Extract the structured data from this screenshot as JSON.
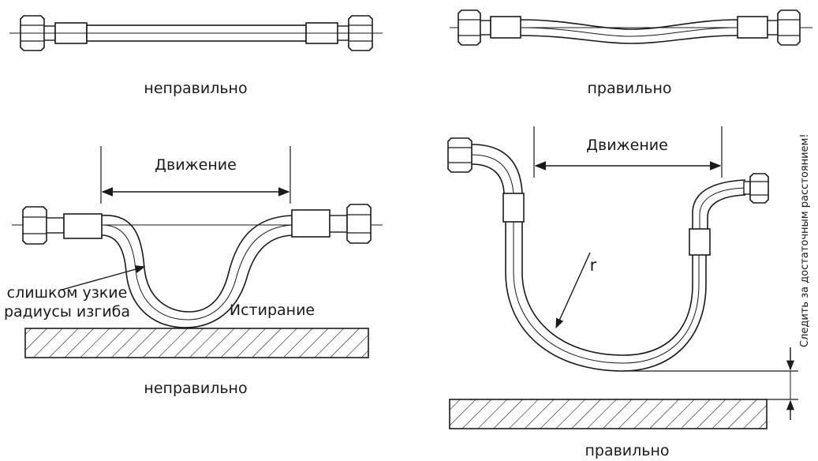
{
  "panels": {
    "top_left": {
      "caption": "неправильно"
    },
    "top_right": {
      "caption": "правильно"
    },
    "bottom_left": {
      "caption": "неправильно",
      "movement": "Движение",
      "bend_note_line1": "слишком узкие",
      "bend_note_line2": "радиусы изгиба",
      "abrasion": "Истирание"
    },
    "bottom_right": {
      "caption": "правильно",
      "movement": "Движение",
      "radius": "r",
      "distance_note": "Следить за достаточным расстоянием!"
    }
  }
}
